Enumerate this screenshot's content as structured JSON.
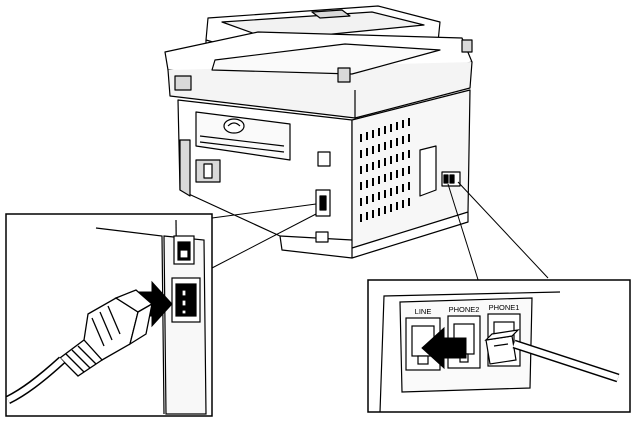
{
  "jack_labels": {
    "line": "LINE",
    "phone2": "PHONE2",
    "phone1": "PHONE1"
  },
  "colors": {
    "ink": "#000000",
    "shade": "#d9d9d9",
    "light_shade": "#ececec",
    "background": "#ffffff"
  }
}
